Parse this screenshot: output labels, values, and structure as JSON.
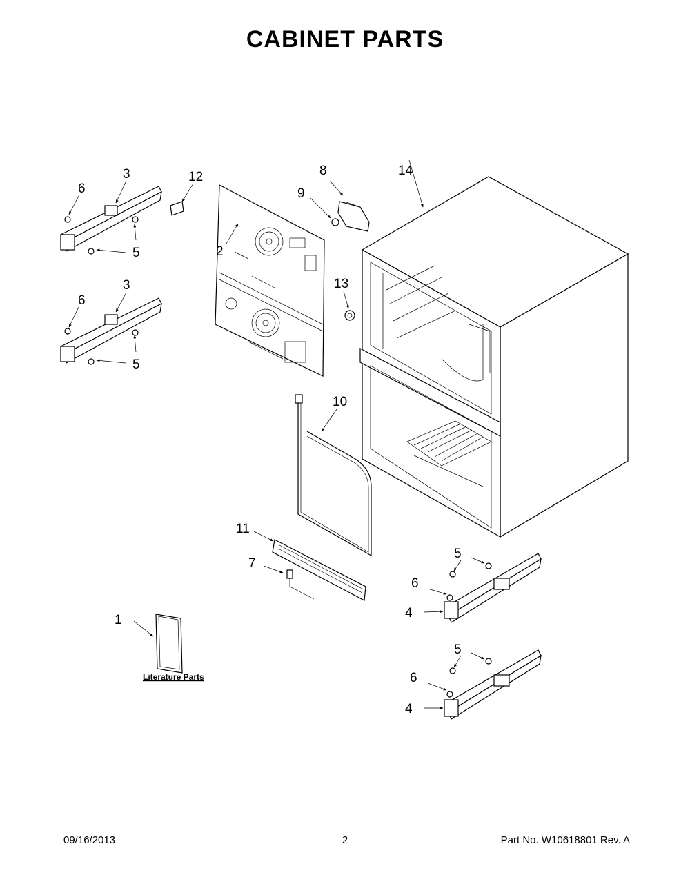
{
  "title": "CABINET PARTS",
  "callouts": {
    "c1": "1",
    "c2": "2",
    "c3a": "3",
    "c3b": "3",
    "c4a": "4",
    "c4b": "4",
    "c5a": "5",
    "c5b": "5",
    "c5c": "5",
    "c5d": "5",
    "c6a": "6",
    "c6b": "6",
    "c6c": "6",
    "c6d": "6",
    "c7": "7",
    "c8": "8",
    "c9": "9",
    "c10": "10",
    "c11": "11",
    "c12": "12",
    "c13": "13",
    "c14": "14"
  },
  "literature_label": "Literature Parts",
  "footer": {
    "date": "09/16/2013",
    "page": "2",
    "part_no": "Part No.  W10618801  Rev.  A"
  }
}
